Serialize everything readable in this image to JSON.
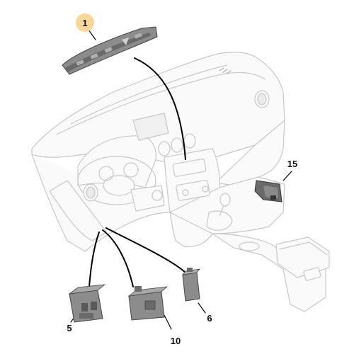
{
  "diagram": {
    "callouts": [
      {
        "id": "1",
        "label": "1",
        "highlighted": true
      },
      {
        "id": "15",
        "label": "15",
        "highlighted": false
      },
      {
        "id": "6",
        "label": "6",
        "highlighted": false
      },
      {
        "id": "5",
        "label": "5",
        "highlighted": false
      },
      {
        "id": "10",
        "label": "10",
        "highlighted": false
      }
    ],
    "colors": {
      "background": "#ffffff",
      "dashboard_fill": "#fafafa",
      "dashboard_line": "#c8c8c8",
      "part_fill": "#8c8c8c",
      "part_dark": "#555555",
      "leader_line": "#000000",
      "highlight_circle": "#f8d79a",
      "label_text": "#111111"
    },
    "icons": [
      "dashboard-illustration",
      "center-vent-switch-panel",
      "dark-switch-module"
    ]
  }
}
